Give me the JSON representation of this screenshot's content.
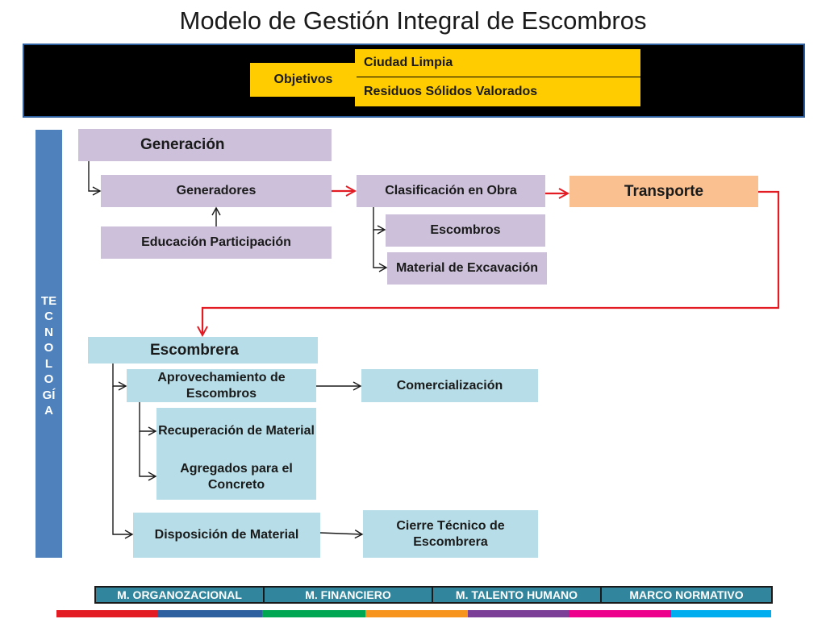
{
  "title": "Modelo de Gestión Integral de Escombros",
  "objectives": {
    "label": "Objetivos",
    "items": [
      "Ciudad Limpia",
      "Residuos Sólidos Valorados"
    ]
  },
  "side_label": "TECNOLOGÍA",
  "generation": {
    "header": "Generación",
    "generators": "Generadores",
    "education": "Educación Participación",
    "classification": "Clasificación en Obra",
    "debris": "Escombros",
    "excavation": "Material de Excavación",
    "transport": "Transporte"
  },
  "escombrera": {
    "header": "Escombrera",
    "use": "Aprovechamiento de Escombros",
    "commercialization": "Comercialización",
    "recovery": "Recuperación de Material",
    "aggregates": "Agregados para el Concreto",
    "disposal": "Disposición de Material",
    "closure": "Cierre Técnico de Escombrera"
  },
  "footer_tabs": [
    "M. ORGANOZACIONAL",
    "M. FINANCIERO",
    "M.  TALENTO HUMANO",
    "MARCO NORMATIVO"
  ],
  "colors": {
    "banner": "#000000",
    "objectives": "#ffcc00",
    "generation_boxes": "#ccc0da",
    "escombrera_boxes": "#b7dee8",
    "transport": "#fac090",
    "side_bar": "#4f81bd",
    "flow_arrow": "#e31b23",
    "footer_tabs": "#31859c",
    "stripes": [
      "#e31b23",
      "#2e5f9e",
      "#00a651",
      "#f7941d",
      "#7b3f98",
      "#ec008c",
      "#00aeef"
    ]
  }
}
